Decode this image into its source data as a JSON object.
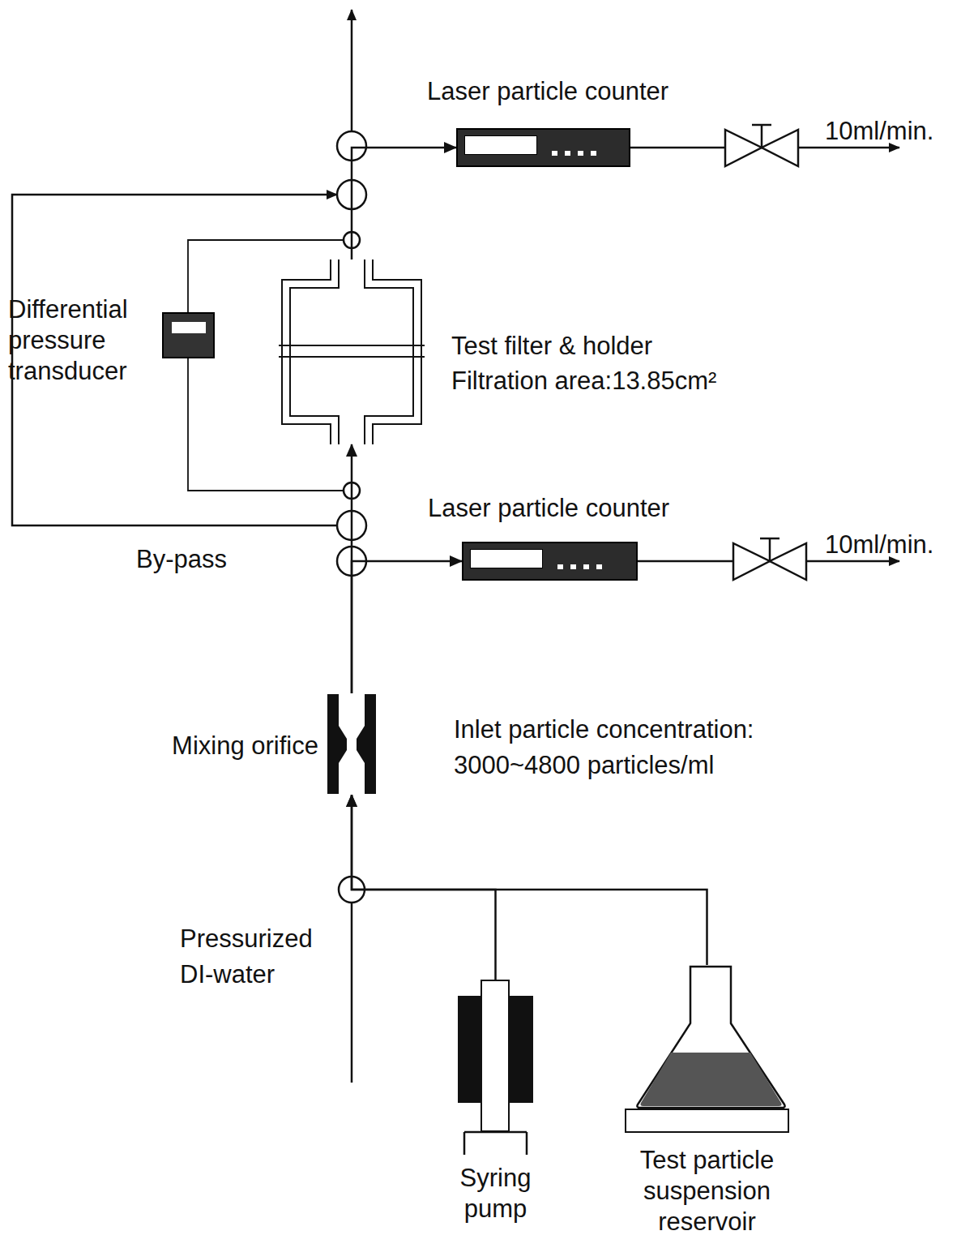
{
  "diagram": {
    "nodes": [
      {
        "text": [
          "Laser particle counter"
        ]
      },
      {
        "text": [
          "Differential pressure transducer"
        ]
      },
      {
        "text": [
          "Test filter & holder",
          "Filtration area:13.85cm²"
        ]
      },
      {
        "text": [
          "Laser particle counter"
        ]
      },
      {
        "text": [
          "Mixing orifice"
        ]
      },
      {
        "text": [
          "Syring pump"
        ]
      },
      {
        "text": [
          "Test particle suspension reservoir"
        ]
      }
    ],
    "edges": [
      {
        "from": 4,
        "to": 2,
        "arrow": "to"
      },
      {
        "from": 2,
        "to": 0,
        "arrow": "to"
      },
      {
        "from": 4,
        "to": 3,
        "arrow": "to"
      },
      {
        "from": 5,
        "to": 4,
        "arrow": "to"
      },
      {
        "from": 6,
        "to": 4,
        "arrow": "to"
      }
    ],
    "labels": [
      "10ml/min.",
      "10ml/min.",
      "By-pass",
      "Inlet particle concentration: 3000~4800 particles/ml",
      "Pressurized DI-water"
    ]
  }
}
